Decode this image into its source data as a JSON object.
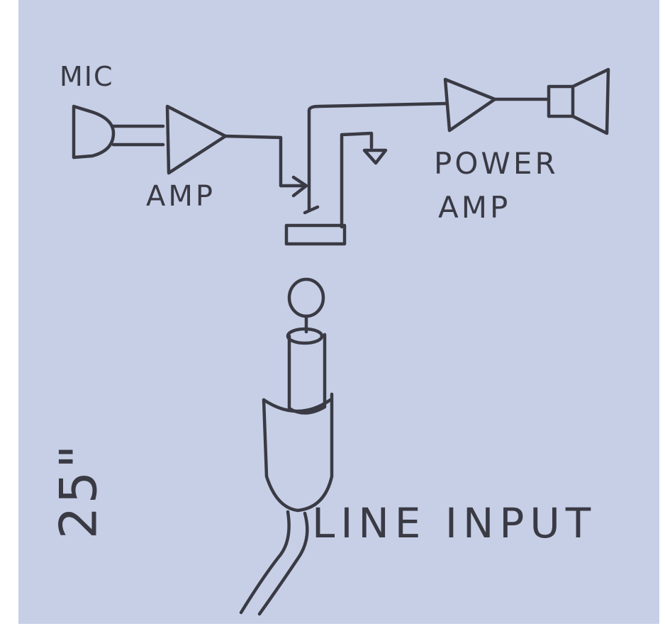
{
  "diagram": {
    "labels": {
      "mic": "MIC",
      "amp": "AMP",
      "power": "POWER",
      "amp2": "AMP",
      "line_input": "LINE INPUT",
      "size_note": "25\""
    },
    "colors": {
      "paper": "#c6cfe6",
      "ink": "#3a3a44"
    }
  }
}
